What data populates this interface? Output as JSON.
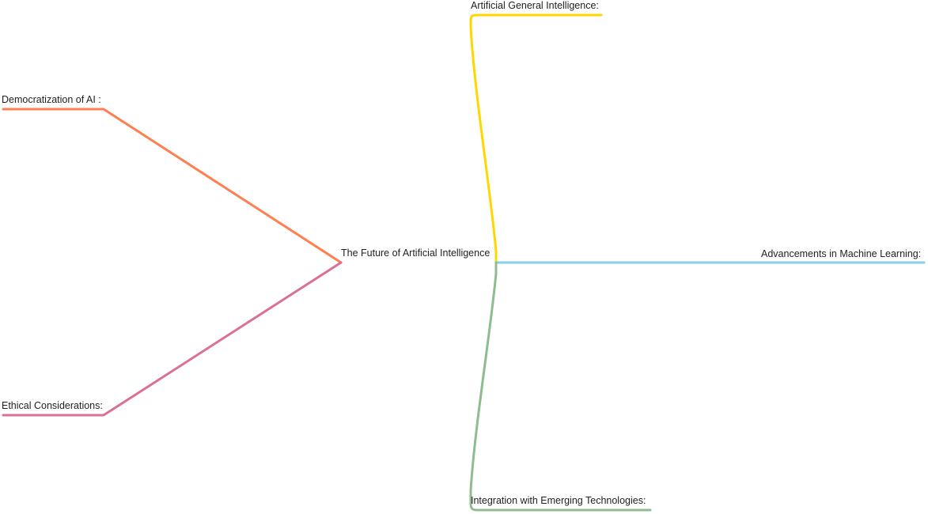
{
  "mindmap": {
    "root": {
      "label": "The Future of Artificial Intelligence"
    },
    "branches": [
      {
        "key": "agi",
        "label": "Artificial General Intelligence:",
        "color": "#ffd700",
        "side": "right"
      },
      {
        "key": "ml",
        "label": "Advancements in Machine Learning:",
        "color": "#87ceeb",
        "side": "right"
      },
      {
        "key": "emerging",
        "label": "Integration with Emerging Technologies:",
        "color": "#8fbc8f",
        "side": "right"
      },
      {
        "key": "democ",
        "label": "Democratization of AI :",
        "color": "#ff7f50",
        "side": "left"
      },
      {
        "key": "ethics",
        "label": "Ethical Considerations:",
        "color": "#db7093",
        "side": "left"
      }
    ]
  }
}
